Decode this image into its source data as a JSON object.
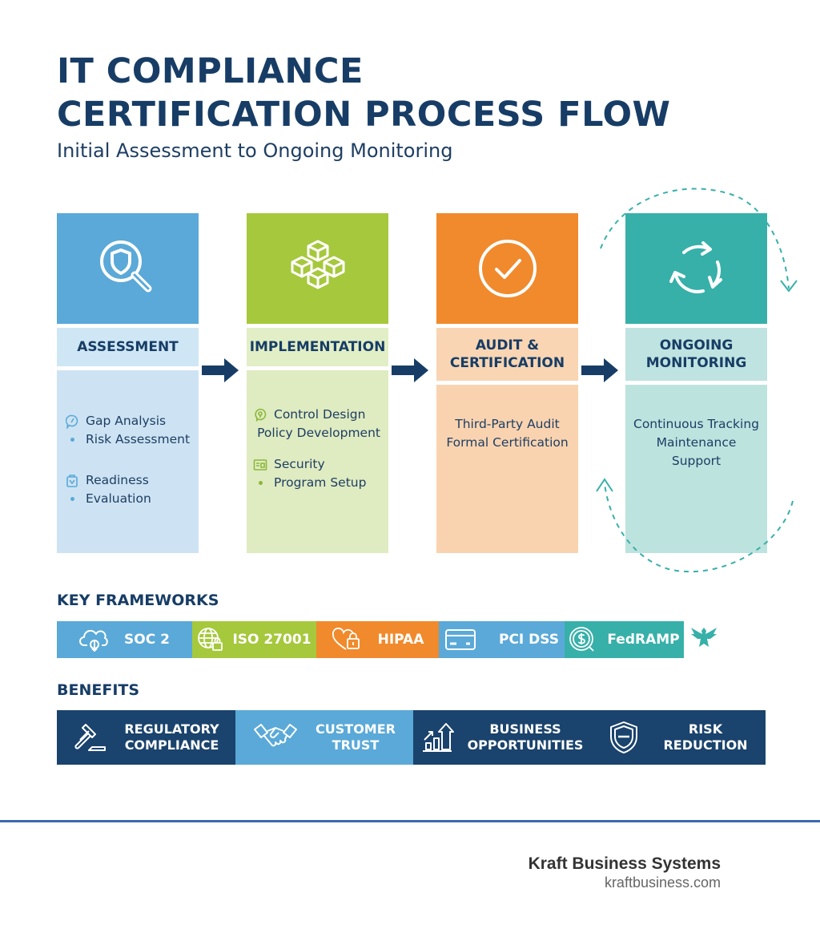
{
  "header": {
    "title_line1": "IT COMPLIANCE",
    "title_line2": "CERTIFICATION PROCESS FLOW",
    "subtitle": "Initial Assessment to Ongoing Monitoring"
  },
  "colors": {
    "navy": "#173d66",
    "assessment": "#5aa9d8",
    "implementation": "#a6c83c",
    "audit": "#f08a2c",
    "monitoring": "#37b0a9"
  },
  "stages": [
    {
      "title": "ASSESSMENT",
      "icon": "magnifier-shield-icon",
      "items": [
        {
          "marker": "gauge-icon",
          "text": "Gap Analysis"
        },
        {
          "marker": "bullet",
          "text": "Risk Assessment"
        },
        {
          "marker": "gap",
          "text": ""
        },
        {
          "marker": "clipboard-icon",
          "text": "Readiness"
        },
        {
          "marker": "bullet",
          "text": "Evaluation"
        }
      ]
    },
    {
      "title": "IMPLEMENTATION",
      "icon": "cubes-icon",
      "items": [
        {
          "marker": "key-icon",
          "text": "Control Design"
        },
        {
          "marker": "none",
          "text": "Policy Development"
        },
        {
          "marker": "gap",
          "text": ""
        },
        {
          "marker": "window-icon",
          "text": "Security"
        },
        {
          "marker": "bullet",
          "text": "Program Setup"
        }
      ]
    },
    {
      "title_line1": "AUDIT &",
      "title_line2": "CERTIFICATION",
      "icon": "check-circle-icon",
      "lines": [
        "Third-Party Audit",
        "Formal Certification"
      ]
    },
    {
      "title_line1": "ONGOING",
      "title_line2": "MONITORING",
      "icon": "refresh-cycle-icon",
      "lines": [
        "Continuous Tracking",
        "Maintenance Support"
      ]
    }
  ],
  "frameworks": {
    "label": "KEY FRAMEWORKS",
    "items": [
      {
        "name": "SOC 2",
        "icon": "cloud-icon",
        "color": "#5aa9d8"
      },
      {
        "name": "ISO 27001",
        "icon": "globe-lock-icon",
        "color": "#a6c83c"
      },
      {
        "name": "HIPAA",
        "icon": "heart-lock-icon",
        "color": "#f08a2c"
      },
      {
        "name": "PCI DSS",
        "icon": "credit-card-icon",
        "color": "#5aa9d8"
      },
      {
        "name": "FedRAMP",
        "icon": "dollar-search-icon",
        "color": "#37b0a9"
      }
    ],
    "extra_icon": "eagle-icon"
  },
  "benefits": {
    "label": "BENEFITS",
    "items": [
      {
        "line1": "REGULATORY",
        "line2": "COMPLIANCE",
        "icon": "gavel-icon",
        "color": "#1a436d"
      },
      {
        "line1": "CUSTOMER",
        "line2": "TRUST",
        "icon": "handshake-icon",
        "color": "#5aa9d8"
      },
      {
        "line1": "BUSINESS",
        "line2": "OPPORTUNITIES",
        "icon": "growth-chart-icon",
        "color": "#1a436d"
      },
      {
        "line1": "RISK",
        "line2": "REDUCTION",
        "icon": "shield-minus-icon",
        "color": "#1a436d"
      }
    ]
  },
  "footer": {
    "company": "Kraft Business Systems",
    "url": "kraftbusiness.com"
  }
}
